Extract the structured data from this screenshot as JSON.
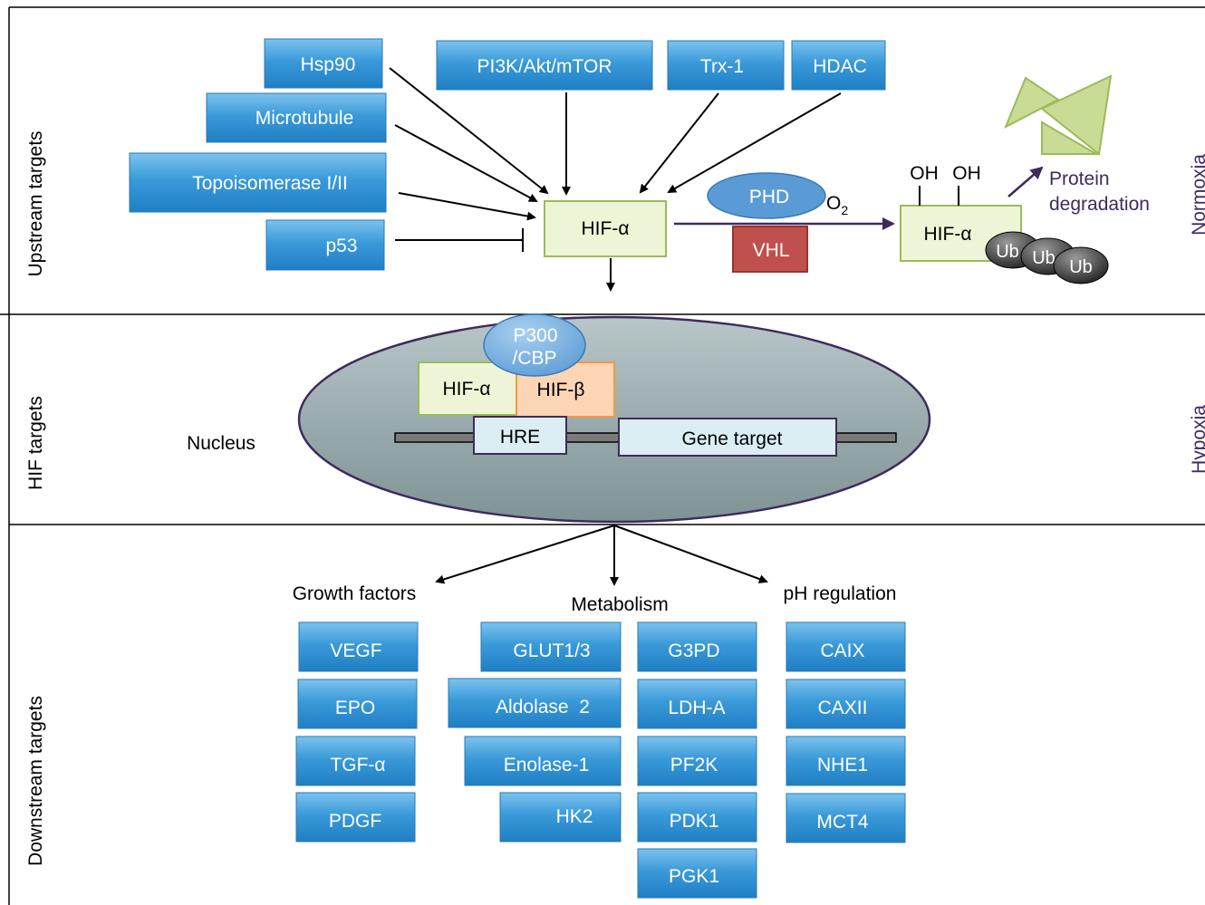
{
  "sections": {
    "upstream": "Upstream targets",
    "hif": "HIF targets",
    "downstream": "Downstream targets"
  },
  "conditions": {
    "normoxia": "Normoxia",
    "hypoxia": "Hypoxia"
  },
  "upstream_targets": {
    "hsp90": "Hsp90",
    "microtubule": "Microtubule",
    "topoisomerase": "Topoisomerase I/II",
    "p53": "p53",
    "pi3k": "PI3K/Akt/mTOR",
    "trx1": "Trx-1",
    "hdac": "HDAC"
  },
  "normoxia_path": {
    "hif_alpha": "HIF-α",
    "phd": "PHD",
    "o2_main": "O",
    "o2_sub": "2",
    "vhl": "VHL",
    "oh1": "OH",
    "oh2": "OH",
    "hif_alpha_ub": "HIF-α",
    "ub1": "Ub",
    "ub2": "Ub",
    "ub3": "Ub",
    "protein_degradation_1": "Protein",
    "protein_degradation_2": "degradation"
  },
  "nucleus": {
    "label": "Nucleus",
    "p300_1": "P300",
    "p300_2": "/CBP",
    "hif_alpha": "HIF-α",
    "hif_beta": "HIF-β",
    "hre": "HRE",
    "gene_target": "Gene target"
  },
  "downstream": {
    "growth_factors": {
      "title": "Growth factors",
      "items": [
        "VEGF",
        "EPO",
        "TGF-α",
        "PDGF"
      ]
    },
    "metabolism": {
      "title": "Metabolism",
      "col1": [
        "GLUT1/3",
        "Aldolase  2",
        "Enolase-1",
        "HK2"
      ],
      "col2": [
        "G3PD",
        "LDH-A",
        "PF2K",
        "PDK1",
        "PGK1"
      ]
    },
    "ph_regulation": {
      "title": "pH regulation",
      "items": [
        "CAIX",
        "CAXII",
        "NHE1",
        "MCT4"
      ]
    }
  },
  "colors": {
    "blue_box": "#3a9ad9",
    "green_box": "#eef5d6",
    "green_border": "#9bbb59",
    "orange_box": "#fcd5b4",
    "vhl_red": "#c0504d",
    "phd_blue": "#5b9bd5",
    "nucleus_grey": "#9aaaaa",
    "nucleus_border": "#3f2a5e",
    "condition_text": "#3f2a5e",
    "ub_dark": "#3a3a3a"
  }
}
